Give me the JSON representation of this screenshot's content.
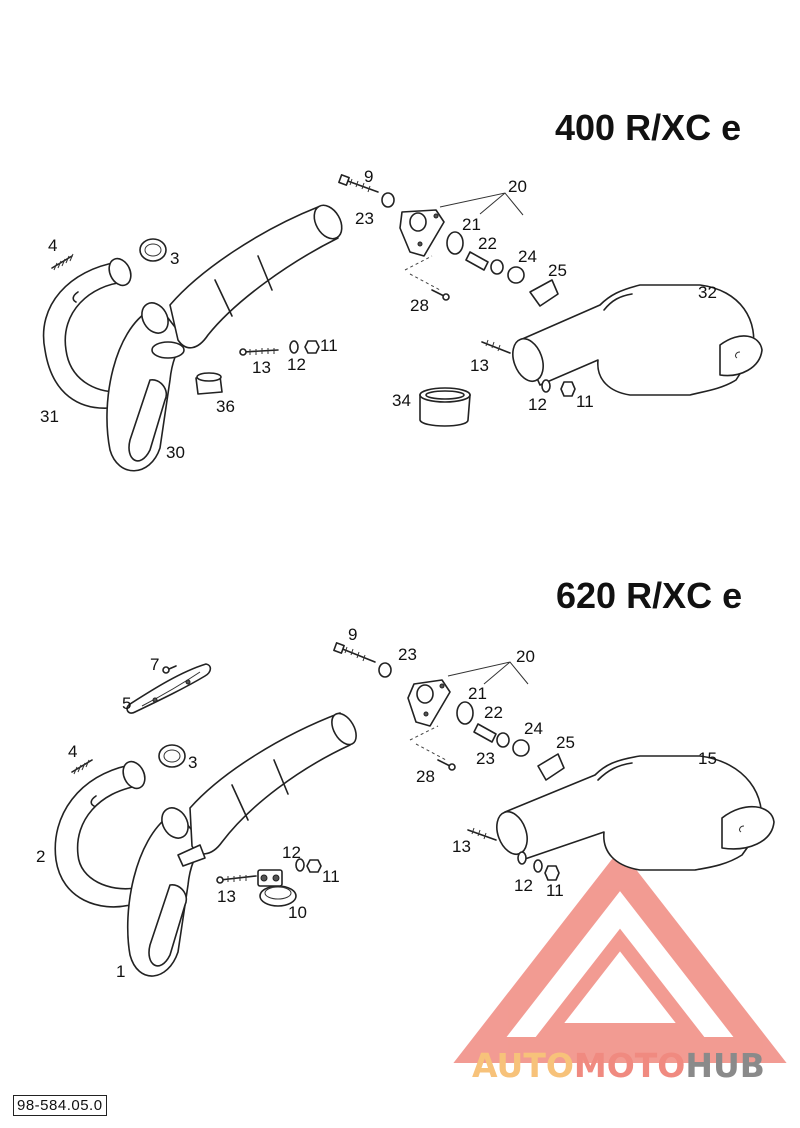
{
  "sections": [
    {
      "title": "400 R/XC e",
      "labels": [
        "9",
        "20",
        "23",
        "21",
        "22",
        "24",
        "25",
        "4",
        "3",
        "32",
        "28",
        "13",
        "12",
        "11",
        "13",
        "31",
        "36",
        "30",
        "34",
        "12",
        "11"
      ]
    },
    {
      "title": "620 R/XC e",
      "labels": [
        "9",
        "23",
        "20",
        "7",
        "21",
        "22",
        "5",
        "24",
        "25",
        "15",
        "4",
        "3",
        "28",
        "23",
        "13",
        "2",
        "12",
        "11",
        "13",
        "10",
        "1",
        "12",
        "11"
      ]
    }
  ],
  "document_number": "98-584.05.0",
  "watermark": {
    "auto": "AUTO",
    "moto": "MOTO",
    "hub": "HUB",
    "color_red": "#f08a80",
    "color_orange": "#f7c27a",
    "color_gray": "#8a8a8a"
  }
}
